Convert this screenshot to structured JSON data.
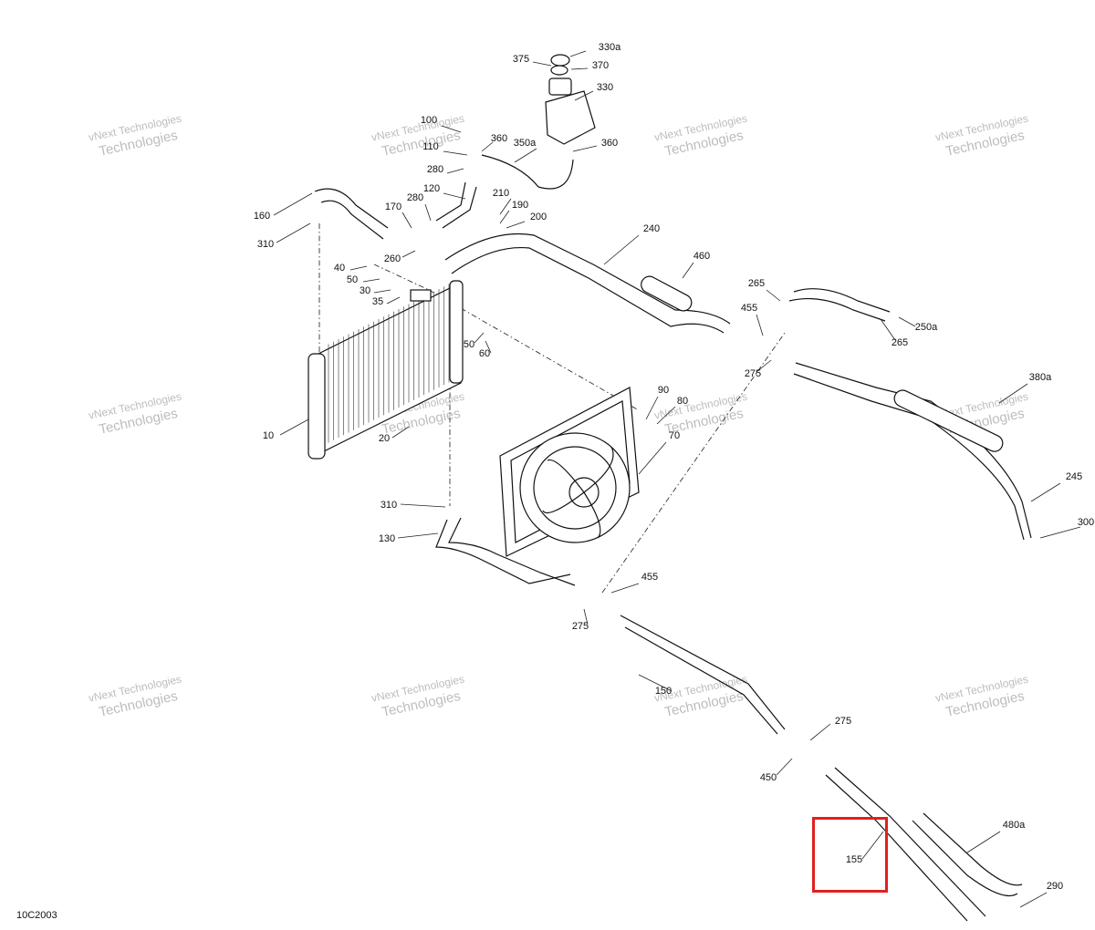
{
  "diagram_code": "10C2003",
  "watermark_line1": "vNext Technologies",
  "watermark_line2": "Technologies",
  "highlight": {
    "color": "#e0201e",
    "part": "155"
  },
  "labels": [
    "330a",
    "375",
    "370",
    "330",
    "100",
    "360",
    "350a",
    "110",
    "360",
    "280",
    "120",
    "210",
    "190",
    "200",
    "160",
    "170",
    "280",
    "240",
    "310",
    "260",
    "460",
    "40",
    "50",
    "30",
    "35",
    "265",
    "250a",
    "455",
    "265",
    "50",
    "60",
    "275",
    "380a",
    "10",
    "20",
    "90",
    "80",
    "70",
    "245",
    "300",
    "310",
    "130",
    "455",
    "275",
    "150",
    "275",
    "450",
    "480a",
    "155",
    "290"
  ]
}
